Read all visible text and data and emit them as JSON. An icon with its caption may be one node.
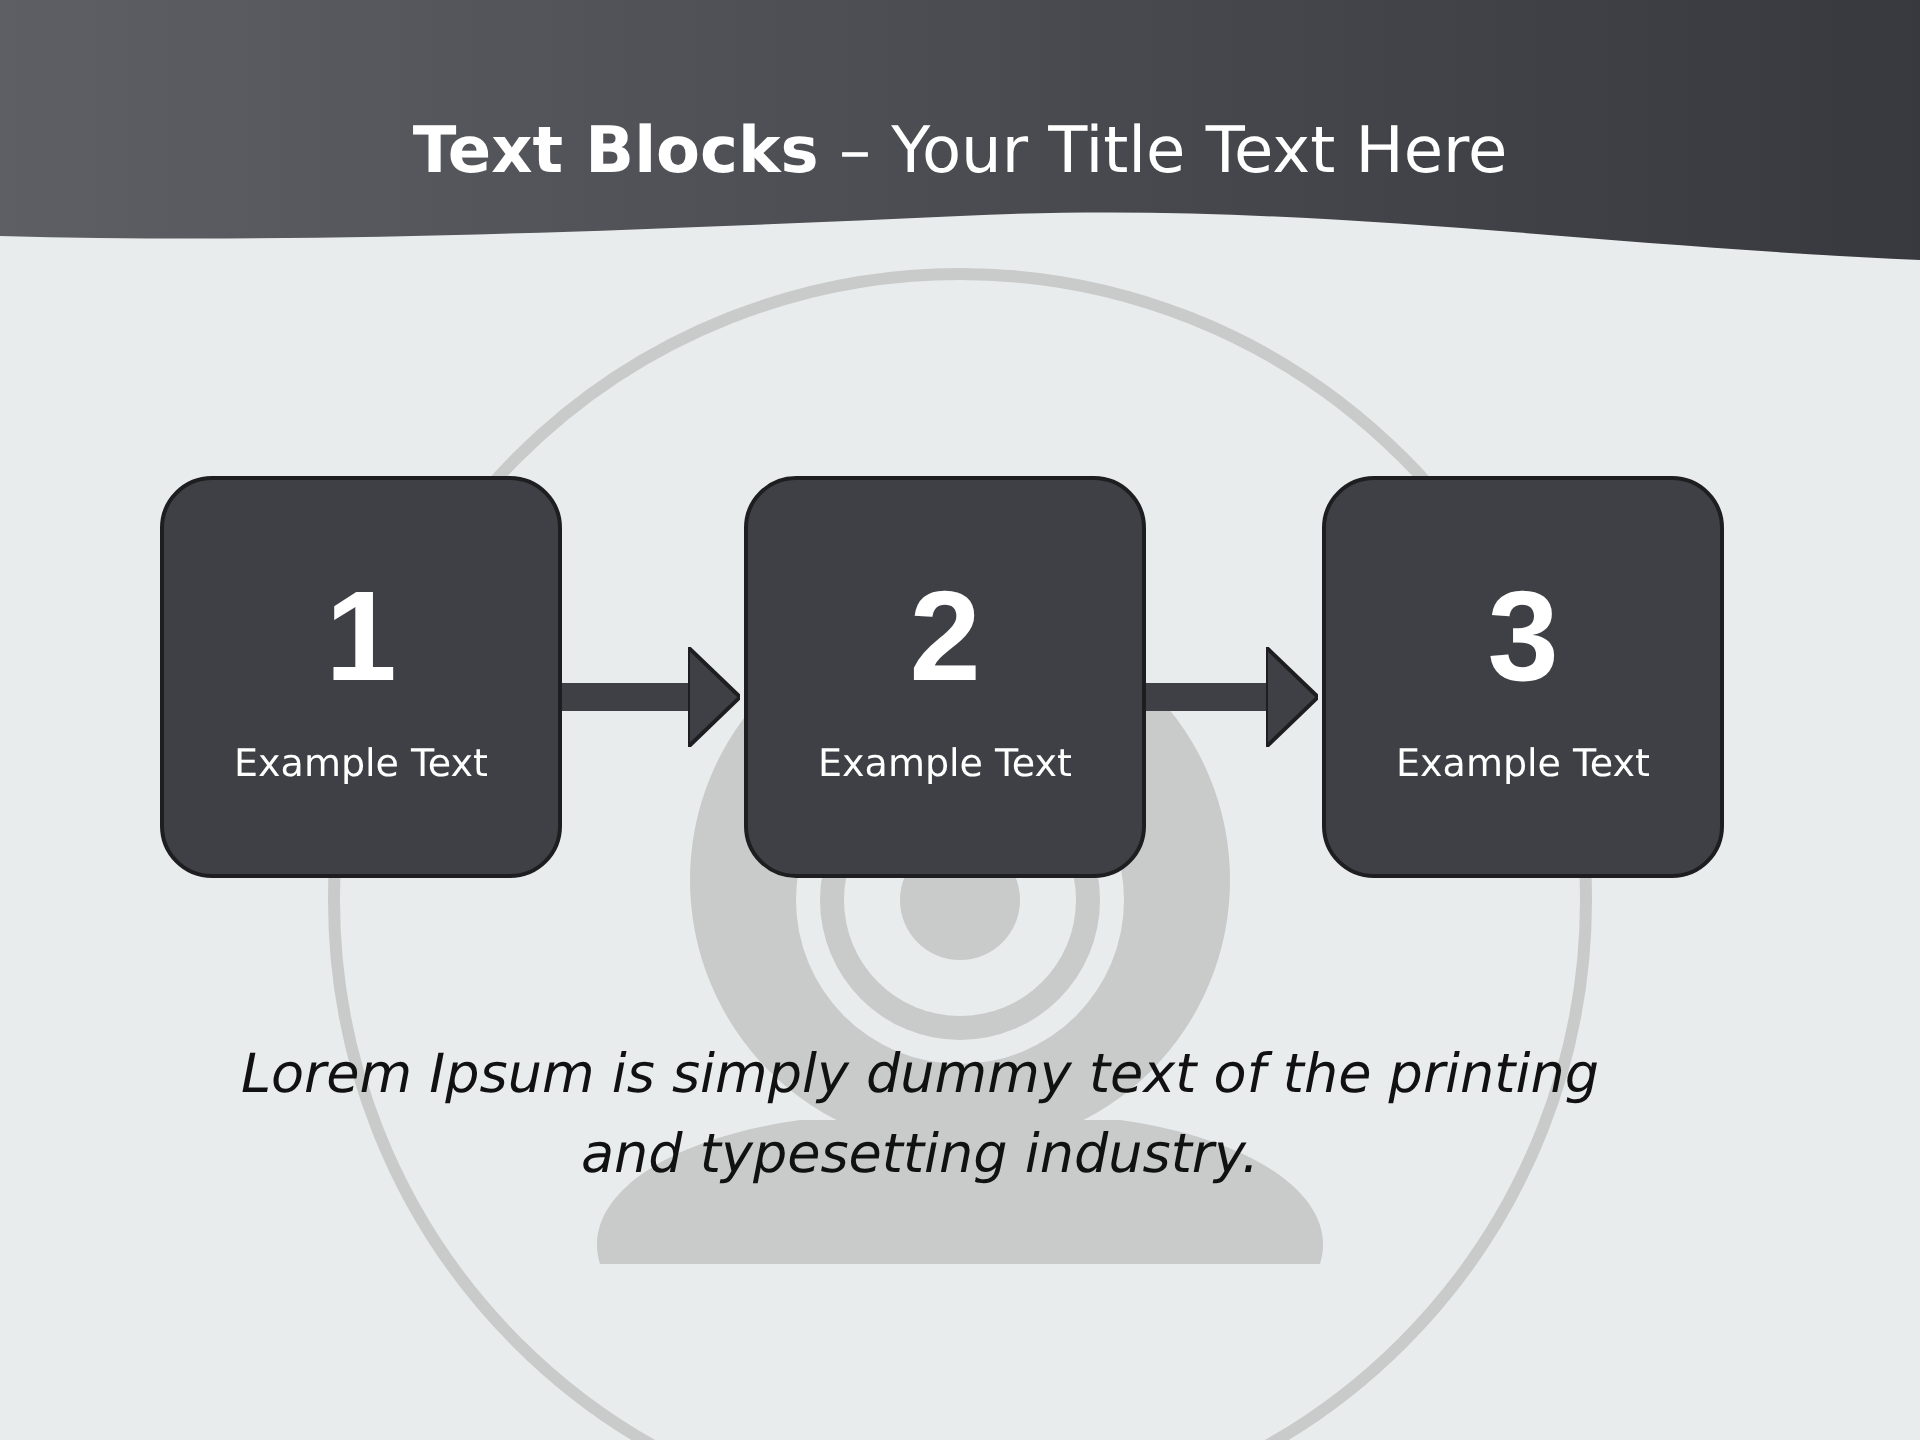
{
  "diagram": {
    "title": "**Text Blocks** – Your Title Text Here",
    "nodes": [
      {
        "text": [
          "1",
          "Example Text"
        ]
      },
      {
        "text": [
          "2",
          "Example Text"
        ]
      },
      {
        "text": [
          "3",
          "Example Text"
        ]
      }
    ],
    "edges": [
      {
        "from": 0,
        "to": 1,
        "arrow": "to"
      },
      {
        "from": 1,
        "to": 2,
        "arrow": "to"
      }
    ],
    "labels": [
      "Lorem Ipsum is simply dummy text of the printing and typesetting industry."
    ]
  }
}
